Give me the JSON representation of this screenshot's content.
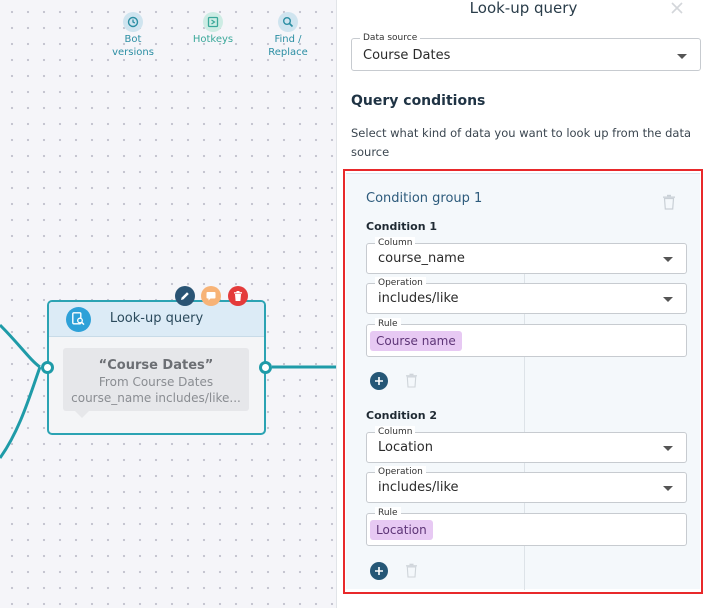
{
  "toolbar": {
    "bot_versions": {
      "line1": "Bot",
      "line2": "versions"
    },
    "hotkeys": {
      "label": "Hotkeys"
    },
    "find_replace": {
      "line1": "Find /",
      "line2": "Replace"
    }
  },
  "node": {
    "title": "Look-up query",
    "query": "“Course Dates”",
    "source_line": "From Course Dates",
    "condition_line": "course_name includes/like..."
  },
  "panel": {
    "title": "Look-up query",
    "data_source": {
      "label": "Data source",
      "value": "Course Dates"
    },
    "section_heading": "Query conditions",
    "section_description": "Select what kind of data you want to look up from the data source",
    "group": {
      "title": "Condition group 1",
      "conditions": [
        {
          "heading": "Condition 1",
          "column_label": "Column",
          "column_value": "course_name",
          "operation_label": "Operation",
          "operation_value": "includes/like",
          "rule_label": "Rule",
          "rule_chip": "Course name"
        },
        {
          "heading": "Condition 2",
          "column_label": "Column",
          "column_value": "Location",
          "operation_label": "Operation",
          "operation_value": "includes/like",
          "rule_label": "Rule",
          "rule_chip": "Location"
        }
      ]
    }
  },
  "colors": {
    "accent_teal": "#1f9ba8",
    "node_header": "#dcebf6",
    "chip_bg": "#e7c9f3",
    "highlight_red": "#e8292b",
    "add_button": "#255776"
  },
  "icons": [
    "bot-versions-icon",
    "hotkeys-icon",
    "find-replace-icon",
    "lookup-query-icon",
    "pencil-icon",
    "comment-icon",
    "trash-icon",
    "close-icon",
    "plus-icon",
    "chevron-down-icon"
  ]
}
